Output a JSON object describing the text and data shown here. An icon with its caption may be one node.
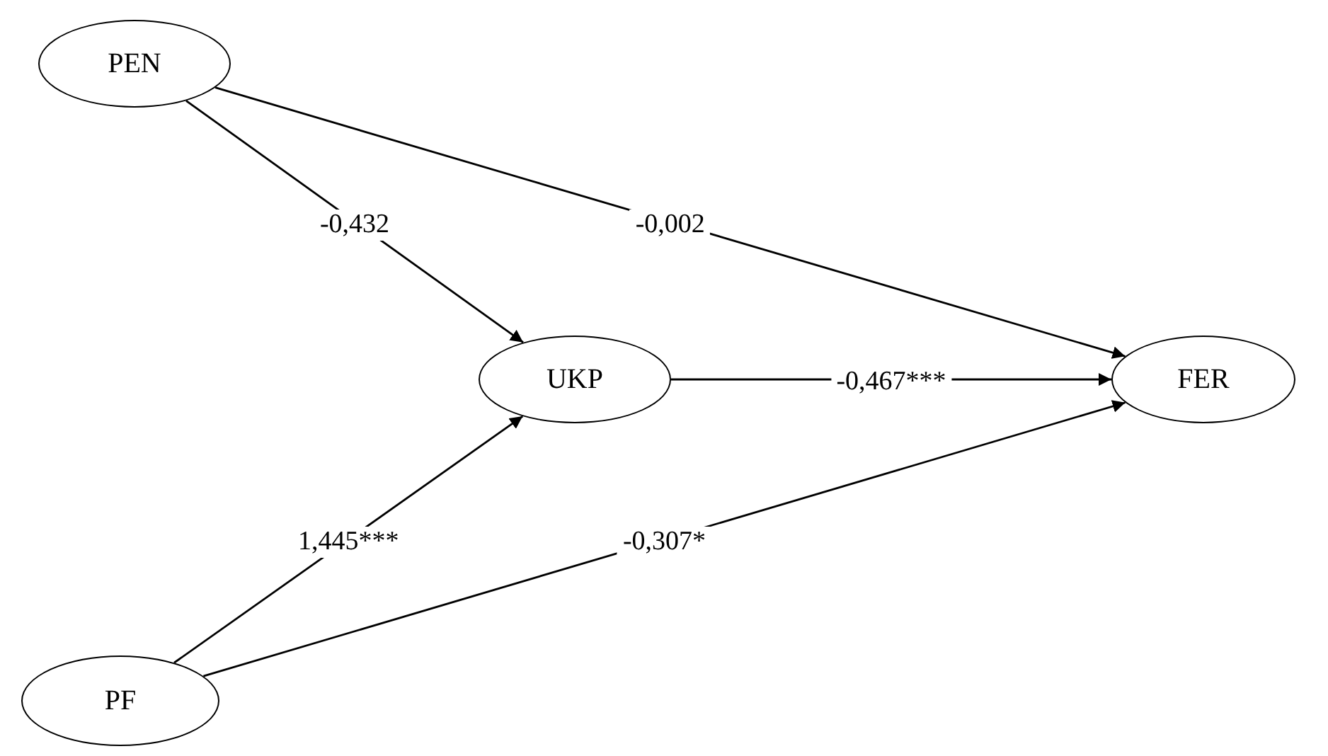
{
  "diagram": {
    "nodes": [
      {
        "text": [
          "PEN"
        ]
      },
      {
        "text": [
          "UKP"
        ]
      },
      {
        "text": [
          "FER"
        ]
      },
      {
        "text": [
          "PF"
        ]
      }
    ],
    "edges": [
      {
        "from": 0,
        "to": 1,
        "arrow": "to",
        "label": "-0,432"
      },
      {
        "from": 0,
        "to": 2,
        "arrow": "to",
        "label": "-0,002"
      },
      {
        "from": 1,
        "to": 2,
        "arrow": "to",
        "label": "-0,467***"
      },
      {
        "from": 3,
        "to": 1,
        "arrow": "to",
        "label": "1,445***"
      },
      {
        "from": 3,
        "to": 2,
        "arrow": "to",
        "label": "-0,307*"
      }
    ]
  }
}
